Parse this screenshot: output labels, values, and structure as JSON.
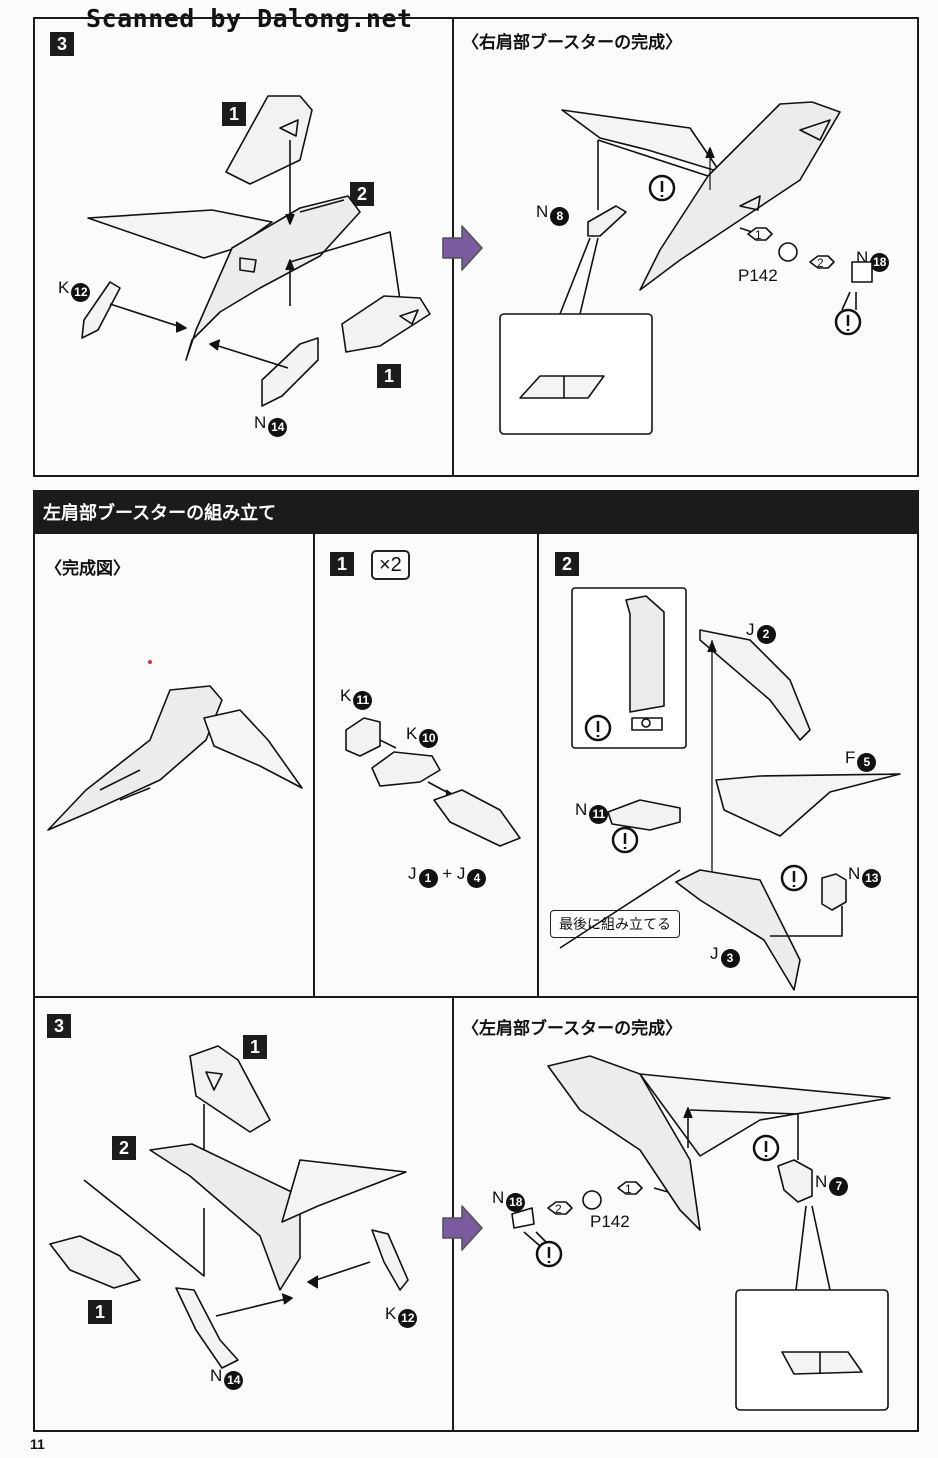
{
  "watermark": "Scanned by Dalong.net",
  "page_number": "11",
  "top_step": {
    "step_number": "3",
    "complete_title": "〈右肩部ブースターの完成〉",
    "part_labels": [
      "1",
      "2",
      "1"
    ],
    "labels": [
      {
        "prefix": "K",
        "num": "12"
      },
      {
        "prefix": "N",
        "num": "14"
      },
      {
        "prefix": "N",
        "num": "8"
      },
      {
        "prefix": "N",
        "num": "18"
      }
    ],
    "p_label": "P142",
    "order_1": "1",
    "order_2": "2"
  },
  "section": {
    "title": "左肩部ブースターの組み立て",
    "complete_figure_title": "〈完成図〉",
    "step1": {
      "step_number": "1",
      "multiplier": "×2",
      "labels": [
        {
          "prefix": "K",
          "num": "11"
        },
        {
          "prefix": "K",
          "num": "10"
        }
      ],
      "combo_a_prefix": "J",
      "combo_a_num": "1",
      "combo_plus": "+",
      "combo_b_prefix": "J",
      "combo_b_num": "4"
    },
    "step2": {
      "step_number": "2",
      "labels": [
        {
          "prefix": "J",
          "num": "2"
        },
        {
          "prefix": "F",
          "num": "5"
        },
        {
          "prefix": "N",
          "num": "11"
        },
        {
          "prefix": "N",
          "num": "13"
        },
        {
          "prefix": "J",
          "num": "3"
        }
      ],
      "note": "最後に組み立てる"
    }
  },
  "bottom_step": {
    "step_number": "3",
    "complete_title": "〈左肩部ブースターの完成〉",
    "part_labels": [
      "1",
      "2",
      "1"
    ],
    "labels": [
      {
        "prefix": "K",
        "num": "12"
      },
      {
        "prefix": "N",
        "num": "14"
      },
      {
        "prefix": "N",
        "num": "7"
      },
      {
        "prefix": "N",
        "num": "18"
      }
    ],
    "p_label": "P142",
    "order_1": "1",
    "order_2": "2"
  },
  "icons": {
    "caution": "caution-icon",
    "next_arrow": "next-arrow-icon"
  }
}
